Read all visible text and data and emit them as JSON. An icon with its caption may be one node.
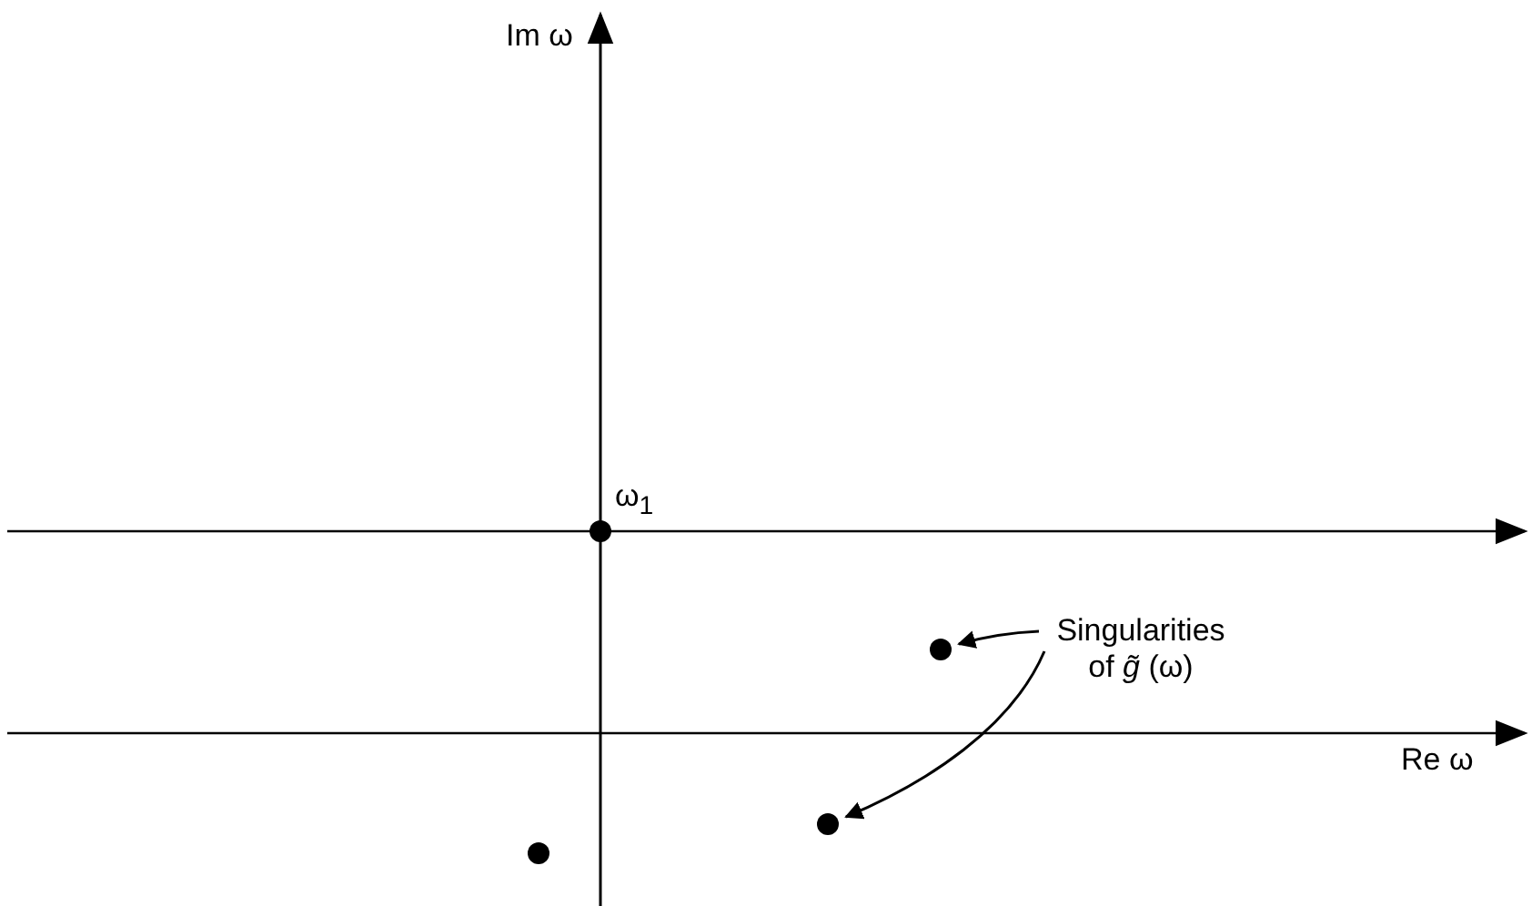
{
  "diagram": {
    "nodes": [
      {
        "text": [
          "Singularities of *g̃* (ω)"
        ]
      },
      {
        "text": [],
        "shape": "circle"
      },
      {
        "text": [],
        "shape": "circle",
        "beside": [
          "ω$_{1}$"
        ]
      },
      {
        "text": [],
        "shape": "circle"
      },
      {
        "text": [],
        "shape": "circle"
      }
    ],
    "edges": [
      {
        "from": 0,
        "to": 4,
        "arrow": "to"
      },
      {
        "from": 0,
        "to": 3,
        "arrow": "to"
      }
    ],
    "labels": [
      "Im ω",
      "Re ω"
    ]
  }
}
